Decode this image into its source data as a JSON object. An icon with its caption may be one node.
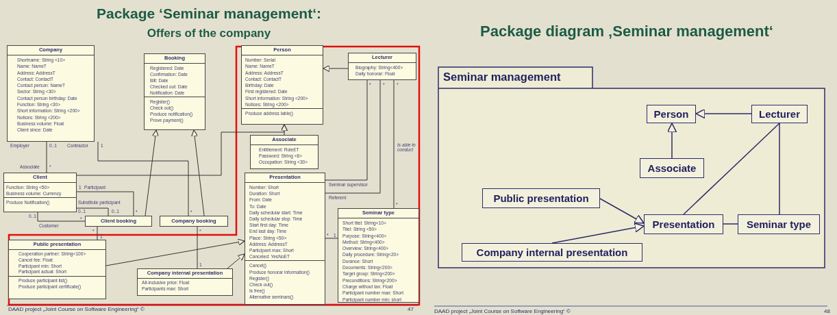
{
  "diagram": {
    "nodes": [
      {
        "text": [
          "Company",
          "Shortname: String <10>",
          "Name: NameT",
          "Address: AddressT",
          "Contact: ContactT",
          "Contact person: NameT",
          "Sector: String <30>",
          "Contact person birthday: Date",
          "Function: String <30>",
          "Short information: String <200>",
          "Notices: String <200>",
          "Business volume: Float",
          "Client since: Date"
        ]
      },
      {
        "text": [
          "Booking",
          "Registered: Date",
          "Confirmation: Date",
          "Bill: Date",
          "Checked out: Date",
          "Notification: Date",
          "Register()",
          "Check out()",
          "Produce notification()",
          "Prove payment()"
        ]
      },
      {
        "text": [
          "Person",
          "Number: Serial",
          "Name: NameT",
          "Address: AddressT",
          "Contact: ContactT",
          "Birthday: Date",
          "First registered: Date",
          "Short information: String <200>",
          "Notices: String <200>",
          "Produce address lable()"
        ]
      },
      {
        "text": [
          "Lecturer",
          "Biography: String<400>",
          "Daily honorar: Float"
        ]
      },
      {
        "text": [
          "Associate",
          "Entitlement: RoleET",
          "Password: String <6>",
          "Occupation: String <30>"
        ]
      },
      {
        "text": [
          "Client",
          "Function: String <50>",
          "Business volume: Currency",
          "Produce Notification()"
        ]
      },
      {
        "text": [
          "Client booking"
        ]
      },
      {
        "text": [
          "Company booking"
        ]
      },
      {
        "text": [
          "Presentation",
          "Number: Short",
          "Duration: Short",
          "From: Date",
          "To: Date",
          "Daily schedular start: Time",
          "Daily schedular stop: Time",
          "Start first day: Time",
          "End last day: Time",
          "Place: String <50>",
          "Address: AddressT",
          "Participant max: Short",
          "Canceled: YesNoET",
          "Cancel()",
          "Produce honorar information()",
          "Register()",
          "Check out()",
          "Is free()",
          "Alternative seminars()"
        ]
      },
      {
        "text": [
          "Public presentation",
          "Cooperation partner: String<100>",
          "Cancel fee: Float",
          "Participant min: Short",
          "Participant actual: Short",
          "Produce participant list()",
          "Produce participant certificate()"
        ]
      },
      {
        "text": [
          "Company internal presentation",
          "All-inclusive price: Float",
          "Participants max: Short"
        ]
      },
      {
        "text": [
          "Seminar type",
          "Short titel: String<10>",
          "Titel: String <50>",
          "Purpose: String<400>",
          "Method: String<400>",
          "Overview: String<400>",
          "Daily procedure: String<20>",
          "Durance: Short",
          "Documents: String<200>",
          "Target group: String<200>",
          "Preconditions: String<200>",
          "Charge without tax: Float",
          "Participant number max: Short",
          "Participant number min: short"
        ]
      },
      {
        "text": [
          "Seminar management"
        ]
      },
      {
        "text": [
          "Person"
        ],
        "in": 12
      },
      {
        "text": [
          "Lecturer"
        ],
        "in": 12
      },
      {
        "text": [
          "Associate"
        ],
        "in": 12
      },
      {
        "text": [
          "Public presentation"
        ],
        "in": 12
      },
      {
        "text": [
          "Presentation"
        ],
        "in": 12
      },
      {
        "text": [
          "Seminar type"
        ],
        "in": 12
      },
      {
        "text": [
          "Company internal presentation"
        ],
        "in": 12
      }
    ],
    "edges": [
      {
        "from": 0,
        "to": 5,
        "arrow": "none"
      },
      {
        "from": 0,
        "to": 7,
        "arrow": "none"
      },
      {
        "from": 5,
        "to": 2,
        "arrow": "to"
      },
      {
        "from": 4,
        "to": 2,
        "arrow": "to"
      },
      {
        "from": 3,
        "to": 2,
        "arrow": "to"
      },
      {
        "from": 5,
        "to": 6,
        "arrow": "none"
      },
      {
        "from": 5,
        "to": 6,
        "arrow": "none"
      },
      {
        "from": 5,
        "to": 6,
        "arrow": "none"
      },
      {
        "from": 6,
        "to": 1,
        "arrow": "to"
      },
      {
        "from": 7,
        "to": 1,
        "arrow": "to"
      },
      {
        "from": 6,
        "to": 9,
        "arrow": "none"
      },
      {
        "from": 7,
        "to": 10,
        "arrow": "none"
      },
      {
        "from": 9,
        "to": 8,
        "arrow": "to"
      },
      {
        "from": 10,
        "to": 8,
        "arrow": "to"
      },
      {
        "from": 3,
        "to": 8,
        "arrow": "none",
        "label": "Seminar supervisor"
      },
      {
        "from": 3,
        "to": 8,
        "arrow": "none",
        "label": "Referent"
      },
      {
        "from": 3,
        "to": 11,
        "arrow": "none",
        "label": "Is able to conduct"
      },
      {
        "from": 8,
        "to": 11,
        "arrow": "none"
      },
      {
        "from": 14,
        "to": 13,
        "arrow": "to"
      },
      {
        "from": 15,
        "to": 13,
        "arrow": "to"
      },
      {
        "from": 16,
        "to": 17,
        "arrow": "to"
      },
      {
        "from": 19,
        "to": 17,
        "arrow": "to"
      },
      {
        "from": 17,
        "to": 14,
        "arrow": "none"
      },
      {
        "from": 17,
        "to": 18,
        "arrow": "none"
      },
      {
        "from": 14,
        "to": 18,
        "arrow": "none"
      }
    ],
    "labels": [
      "Package ‘Seminar management‘:",
      "Offers of the company",
      "Employer",
      "0..1",
      "Contractor",
      "1",
      "Associate",
      "*",
      "1",
      "Participant",
      "Substitute participant",
      "0..1",
      "0..1",
      "*",
      "*",
      "0..1",
      "*",
      "Customer",
      "*",
      "1",
      "*",
      "1",
      "*",
      "*",
      "*",
      "*",
      "*",
      "1",
      "DAAD project „Joint Course on Software Engineering“ ©",
      "47",
      "Package diagram ‚Seminar management‘",
      "DAAD project „Joint Course on Software Engineering“ ©",
      "48"
    ]
  }
}
